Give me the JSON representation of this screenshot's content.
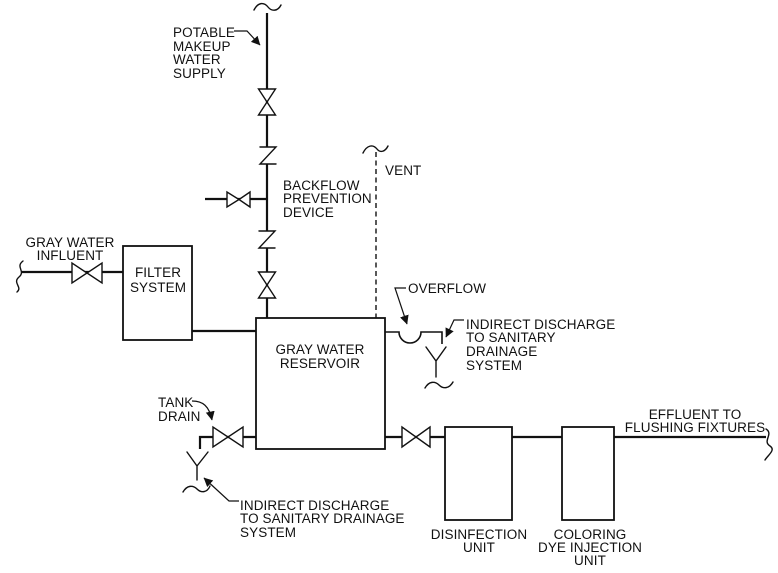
{
  "colors": {
    "ink": "#111111",
    "background": "#ffffff"
  },
  "labels": {
    "potable_supply": [
      "POTABLE",
      "MAKEUP",
      "WATER",
      "SUPPLY"
    ],
    "backflow_prevention": [
      "BACKFLOW",
      "PREVENTION",
      "DEVICE"
    ],
    "vent": "VENT",
    "gray_water_influent": [
      "GRAY WATER",
      "INFLUENT"
    ],
    "filter_system": [
      "FILTER",
      "SYSTEM"
    ],
    "gray_water_reservoir": [
      "GRAY WATER",
      "RESERVOIR"
    ],
    "overflow": "OVERFLOW",
    "indirect_discharge_overflow": [
      "INDIRECT DISCHARGE",
      "TO SANITARY",
      "DRAINAGE",
      "SYSTEM"
    ],
    "tank_drain": [
      "TANK",
      "DRAIN"
    ],
    "indirect_discharge_drain": [
      "INDIRECT DISCHARGE",
      "TO SANITARY DRAINAGE",
      "SYSTEM"
    ],
    "disinfection_unit": [
      "DISINFECTION",
      "UNIT"
    ],
    "coloring_unit": [
      "COLORING",
      "DYE INJECTION",
      "UNIT"
    ],
    "effluent": [
      "EFFLUENT TO",
      "FLUSHING FIXTURES"
    ]
  }
}
